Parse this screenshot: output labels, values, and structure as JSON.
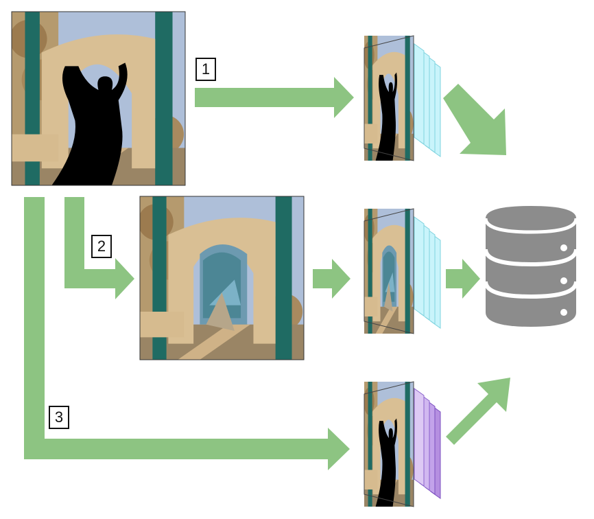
{
  "steps": [
    {
      "label": "1",
      "description_visible": false
    },
    {
      "label": "2",
      "description_visible": false
    },
    {
      "label": "3",
      "description_visible": false
    }
  ],
  "colors": {
    "arrow": "#8dc482",
    "database": "#8c8c8c",
    "layers_cyan": "#c9f4fb",
    "layers_purple": "#b58fe0",
    "playground_tan": "#d9bf94",
    "playground_green": "#1f6b63",
    "sky": "#aebfd9",
    "silhouette": "#000000"
  },
  "icons": {
    "masked_image": "masked-playground-photo",
    "inpainted_image": "inpainted-playground-photo",
    "layer_stack": "feature-layer-stack-icon",
    "database": "database-icon",
    "arrow": "arrow-icon"
  }
}
